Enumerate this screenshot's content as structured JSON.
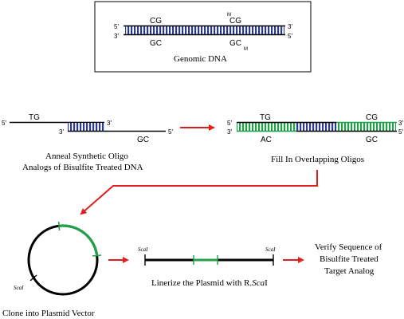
{
  "genomic_box": {
    "top_left_5": "5′",
    "top_right_3": "3′",
    "bottom_left_3": "3′",
    "bottom_right_5": "5′",
    "top_cg_1": "CG",
    "top_cg_2": "CG",
    "top_cg_2_mark": "M",
    "bottom_gc_1": "GC",
    "bottom_gc_2": "GC",
    "bottom_gc_2_mark": "M",
    "caption": "Genomic DNA"
  },
  "anneal_step": {
    "top_left_5": "5′",
    "top_tg": "TG",
    "oligo_left_3": "3′",
    "oligo_right_3": "3′",
    "bottom_right_5": "5′",
    "bottom_gc": "GC",
    "caption_line1": "Anneal Synthetic Oligo",
    "caption_line2": "Analogs of Bisulfite Treated DNA"
  },
  "fill_step": {
    "left_5": "5′",
    "left_3": "3′",
    "right_3": "3′",
    "right_5": "5′",
    "top_tg": "TG",
    "top_cg": "CG",
    "bottom_ac": "AC",
    "bottom_gc": "GC",
    "caption": "Fill In Overlapping Oligos"
  },
  "clone_step": {
    "site_label": "ScaI",
    "caption": "Clone into Plasmid Vector"
  },
  "linearize_step": {
    "left_site": "ScaI",
    "right_site": "ScaI",
    "caption_prefix": "Linerize the Plasmid with R.",
    "caption_italic": "Sca",
    "caption_suffix": "I"
  },
  "verify_step": {
    "line1": "Verify Sequence of",
    "line2": "Bisulfite Treated",
    "line3": "Target Analog"
  },
  "colors": {
    "strand": "#000000",
    "blue_bar": "#2e3a8c",
    "green_bar": "#22a04a",
    "arrow_red": "#e02020"
  }
}
